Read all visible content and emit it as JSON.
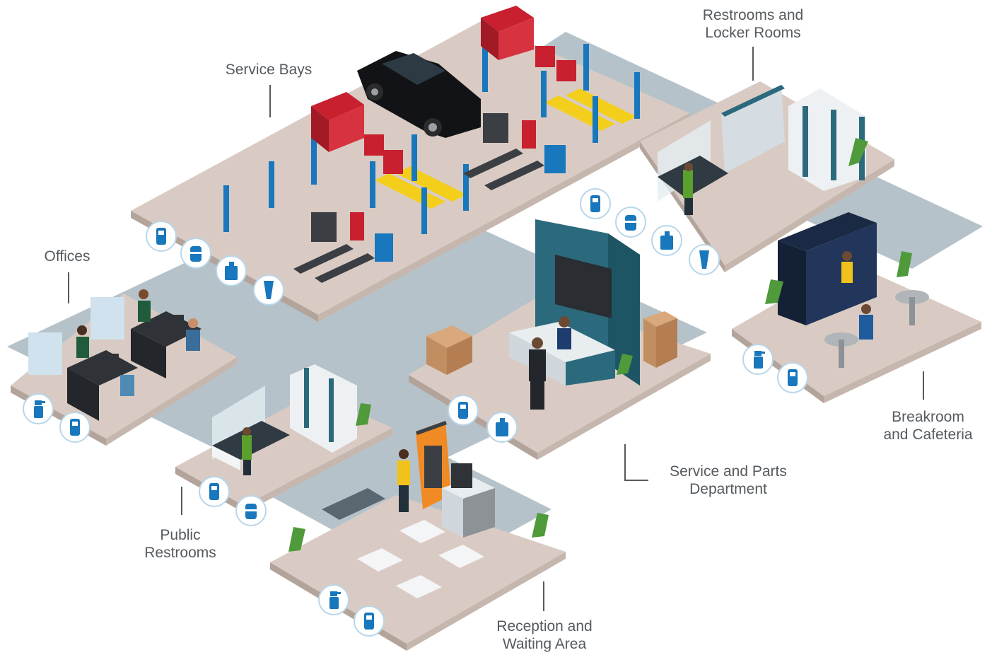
{
  "areas": {
    "service_bays": [
      "Service Bays"
    ],
    "restrooms_locker": [
      "Restrooms and",
      "Locker Rooms"
    ],
    "offices": [
      "Offices"
    ],
    "breakroom": [
      "Breakroom",
      "and Cafeteria"
    ],
    "service_parts": [
      "Service and Parts",
      "Department"
    ],
    "public_restrooms": [
      "Public",
      "Restrooms"
    ],
    "reception": [
      "Reception and",
      "Waiting Area"
    ]
  },
  "colors": {
    "floor": "#d9cbc3",
    "floor_edge": "#b3a49b",
    "corridor": "#b6c2c9",
    "accent_blue": "#1877bd",
    "teal": "#2b6a7c",
    "lift_yellow": "#f3cf1b",
    "toolbox_red": "#c8202f",
    "label": "#555a5f"
  },
  "product_icons": {
    "service_bays": [
      "dispenser-icon",
      "canister-icon",
      "jug-icon",
      "tube-icon"
    ],
    "restrooms_locker": [
      "dispenser-icon",
      "canister-icon",
      "jug-icon",
      "tube-icon"
    ],
    "offices": [
      "spray-bottle-icon",
      "dispenser-icon"
    ],
    "breakroom": [
      "spray-bottle-icon",
      "dispenser-icon"
    ],
    "service_parts": [
      "dispenser-icon",
      "jug-icon"
    ],
    "public_restrooms": [
      "dispenser-icon",
      "canister-icon"
    ],
    "reception": [
      "spray-bottle-icon",
      "dispenser-icon"
    ]
  }
}
